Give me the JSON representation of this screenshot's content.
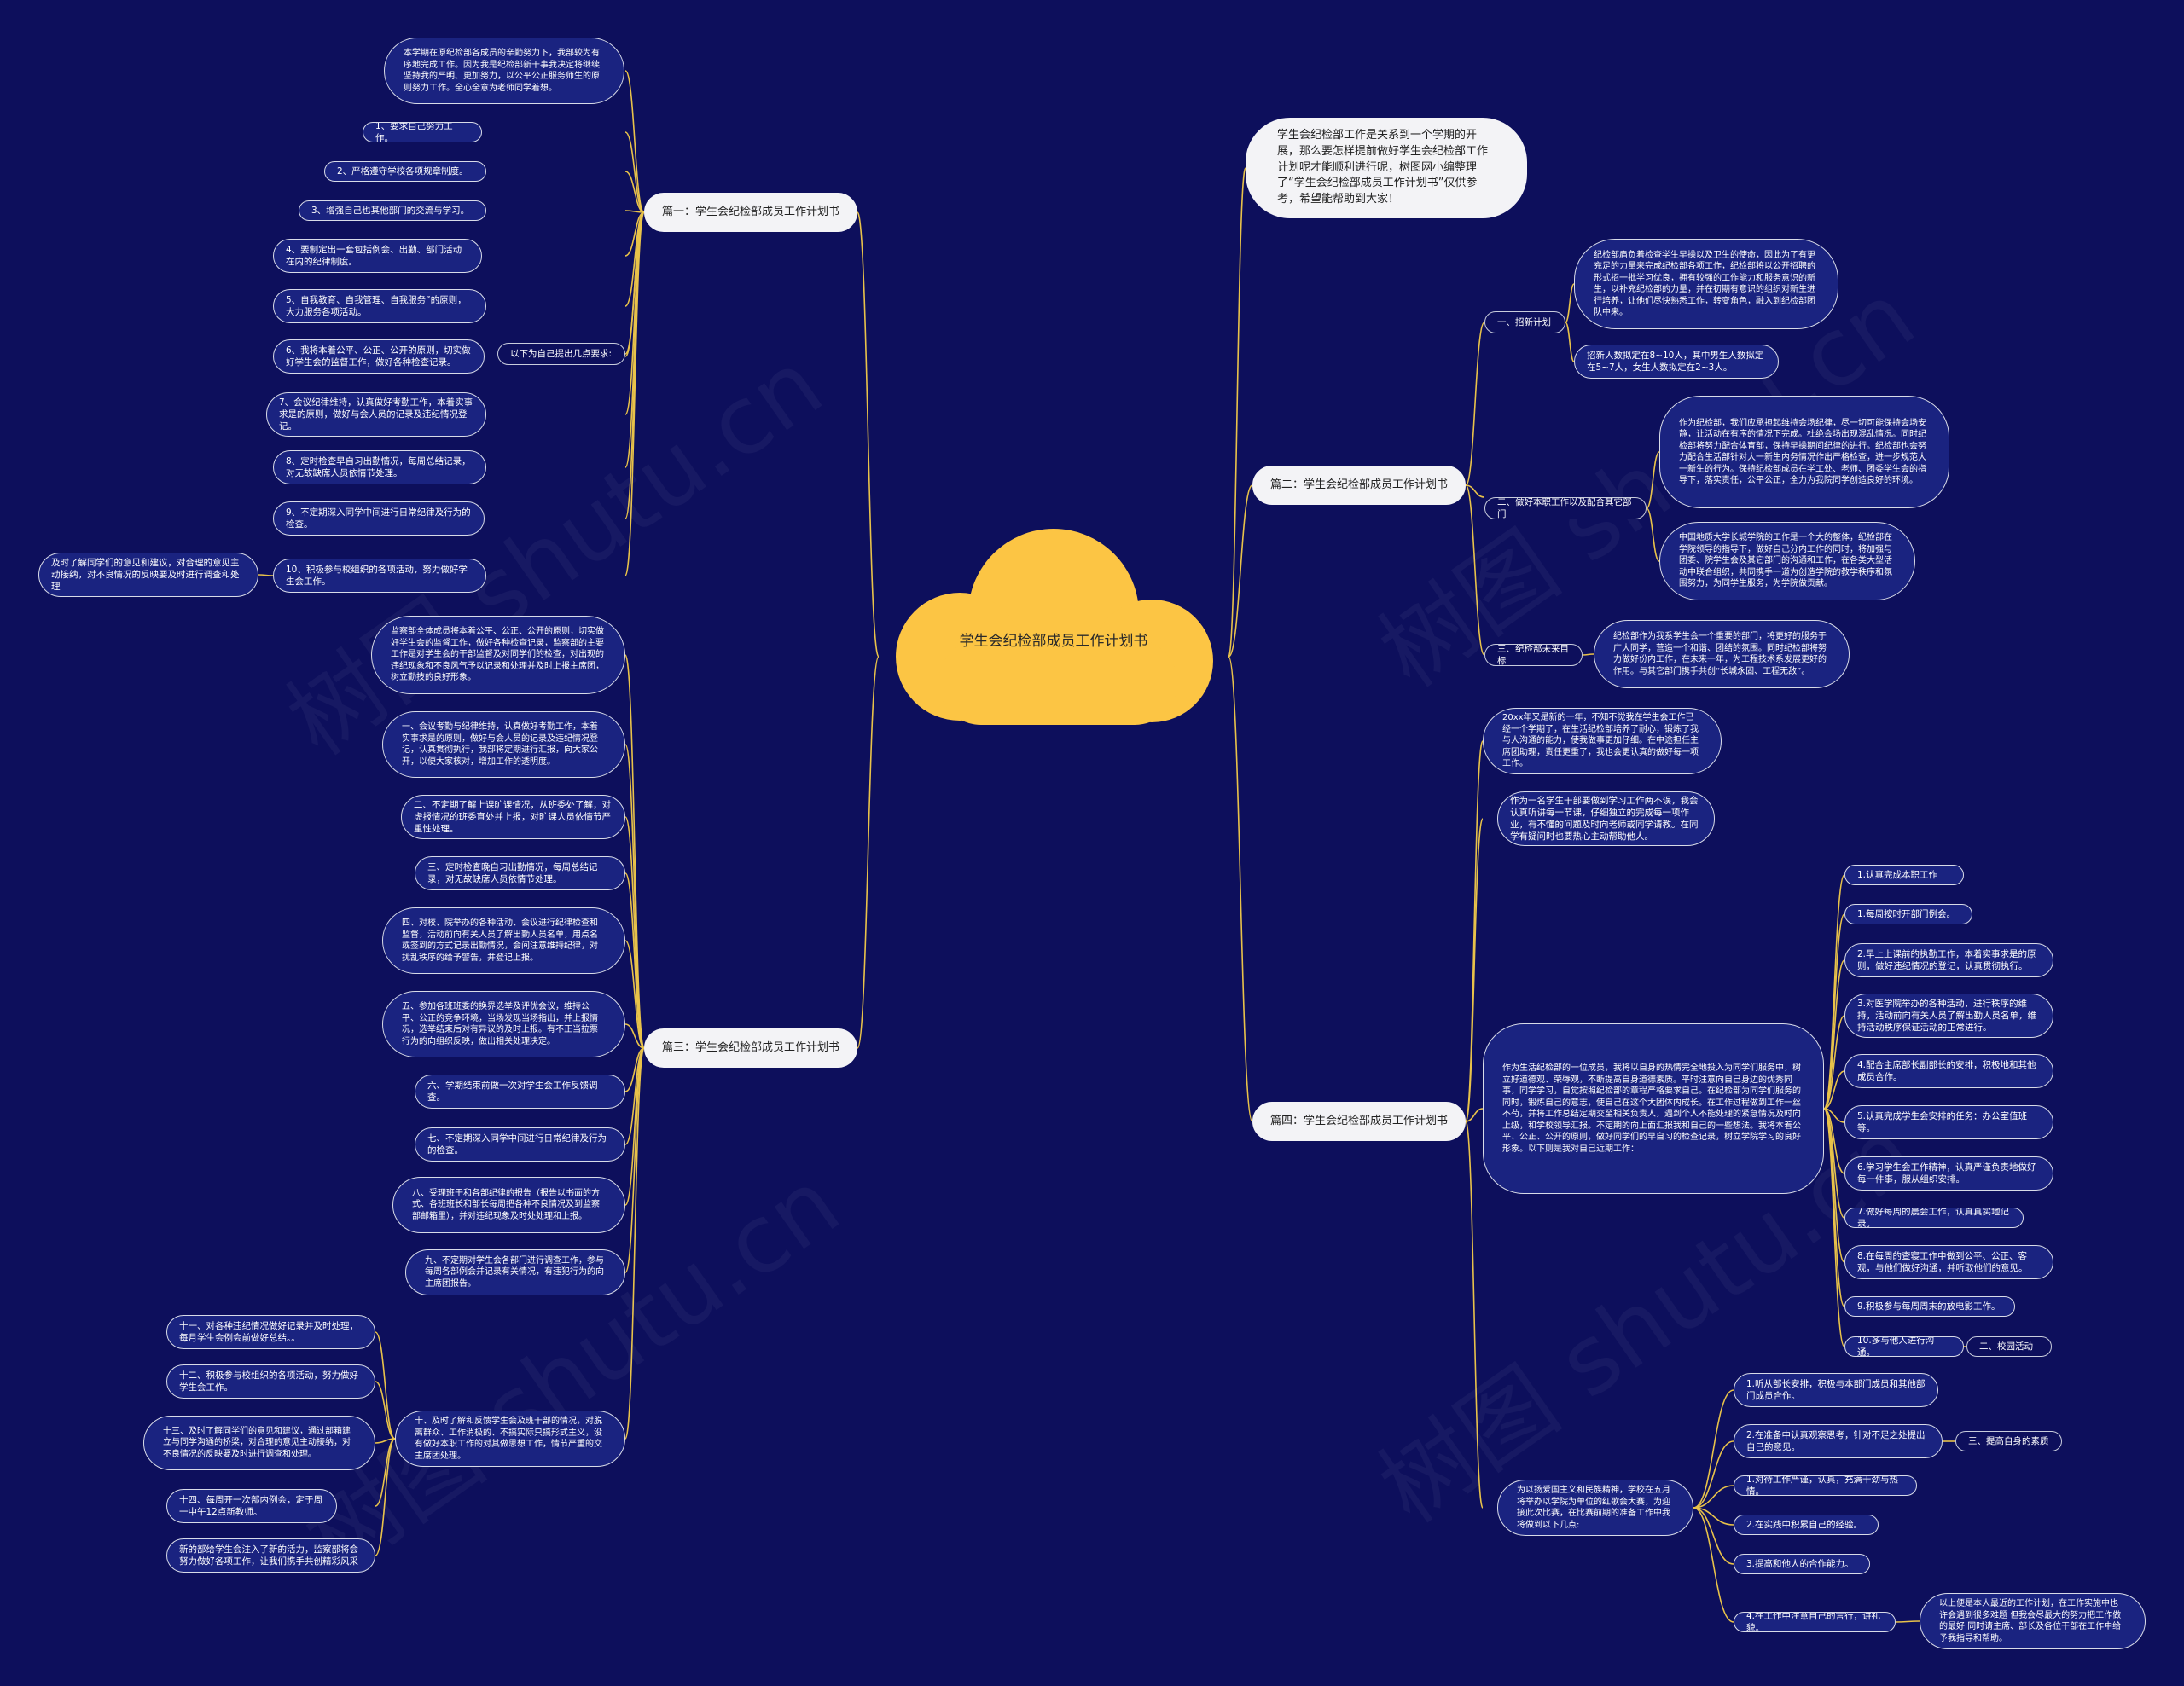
{
  "center": {
    "title": "学生会纪检部成员工作计划书"
  },
  "intro": "学生会纪检部工作是关系到一个学期的开展，那么要怎样提前做好学生会纪检部工作计划呢才能顺利进行呢，树图网小编整理了“学生会纪检部成员工作计划书”仅供参考，希望能帮助到大家！",
  "watermark": "树图 shutu.cn",
  "colors": {
    "background": "#0d0f5c",
    "cloud": "#fcc544",
    "line": "#e8c24a",
    "node": "#1a2380"
  },
  "branches": [
    {
      "id": "b1",
      "label": "篇一：学生会纪检部成员工作计划书"
    },
    {
      "id": "b2",
      "label": "篇二：学生会纪检部成员工作计划书"
    },
    {
      "id": "b3",
      "label": "篇三：学生会纪检部成员工作计划书"
    },
    {
      "id": "b4",
      "label": "篇四：学生会纪检部成员工作计划书"
    }
  ],
  "nodes": {
    "b1_intro": "本学期在原纪检部各成员的辛勤努力下，我部较为有序地完成工作。因为我是纪检部新干事我决定将继续坚持我的严明、更加努力，以公平公正服务师生的原则努力工作。全心全意为老师同学着想。",
    "b1_mid": "以下为自己提出几点要求:",
    "b1_items": [
      "1、要求自己努力工作。",
      "2、严格遵守学校各项规章制度。",
      "3、增强自己也其他部门的交流与学习。",
      "4、要制定出一套包括例会、出勤、部门活动在内的纪律制度。",
      "5、自我教育、自我管理、自我服务”的原则，大力服务各项活动。",
      "6、我将本着公平、公正、公开的原则，切实做好学生会的监督工作，做好各种检查记录。",
      "7、会议纪律维持，认真做好考勤工作，本着实事求是的原则，做好与会人员的记录及违纪情况登记。",
      "8、定时检查早自习出勤情况，每周总结记录，对无故缺席人员依情节处理。",
      "9、不定期深入同学中间进行日常纪律及行为的检查。",
      "10、积极参与校组织的各项活动，努力做好学生会工作。"
    ],
    "b1_extra": "及时了解同学们的意见和建议，对合理的意见主动接纳，对不良情况的反映要及时进行调查和处理",
    "b2_sub1": "一、招新计划",
    "b2_sub1_a": "纪检部肩负着检查学生早操以及卫生的使命，因此为了有更充足的力量来完成纪检部各项工作，纪检部将以公开招聘的形式招一批学习优良，拥有较强的工作能力和服务意识的新生，以补充纪检部的力量，并在初期有意识的组织对新生进行培养，让他们尽快熟悉工作，转变角色，融入到纪检部团队中来。",
    "b2_sub1_b": "招新人数拟定在8~10人，其中男生人数拟定在5~7人，女生人数拟定在2~3人。",
    "b2_sub2": "二、做好本职工作以及配合其它部门",
    "b2_sub2_a": "作为纪检部，我们应承担起维持会场纪律，尽一切可能保持会场安静，让活动在有序的情况下完成。杜绝会场出现混乱情况。同时纪检部将努力配合体育部，保持早操期间纪律的进行。纪检部也会努力配合生活部针对大一新生内务情况作出严格检查，进一步规范大一新生的行为。保持纪检部成员在学工处、老师、团委学生会的指导下，落实责任，公平公正，全力为我院同学创造良好的环境。",
    "b2_sub2_b": "中国地质大学长城学院的工作是一个大的整体，纪检部在学院领导的指导下，做好自己分内工作的同时，将加强与团委、院学生会及其它部门的沟通和工作，在各类大型活动中联合组织，共同携手一道为创造学院的教学秩序和氛围努力，为同学生服务，为学院做贡献。",
    "b2_sub3": "三、纪检部未来目标",
    "b2_sub3_a": "纪检部作为我系学生会一个重要的部门，将更好的服务于广大同学，营造一个和谐、团结的氛围。同时纪检部将努力做好份内工作，在未来一年，为工程技术系发展更好的作用。与其它部门携手共创“长城永固、工程无敌”。",
    "b3_items": [
      "监察部全体成员将本着公平、公正、公开的原则，切实做好学生会的监督工作，做好各种检查记录，监察部的主要工作是对学生会的干部监督及对同学们的检查，对出现的违纪现象和不良风气予以记录和处理并及时上报主席团，树立勤技的良好形象。",
      "一、会议考勤与纪律维持，认真做好考勤工作，本着实事求是的原则，做好与会人员的记录及违纪情况登记，认真贯彻执行，我部将定期进行汇报，向大家公开，以便大家核对，增加工作的透明度。",
      "二、不定期了解上课旷课情况，从班委处了解，对虚报情况的班委直处并上报，对旷课人员依情节严重性处理。",
      "三、定时检查晚自习出勤情况，每周总结记录，对无故缺席人员依情节处理。",
      "四、对校、院举办的各种活动、会议进行纪律检查和监督，活动前向有关人员了解出勤人员名单，用点名或签到的方式记录出勤情况，会间注意维持纪律，对扰乱秩序的给予警告，并登记上报。",
      "五、参加各班班委的换界选举及评优会议，维持公平、公正的竞争环境，当场发现当场指出，并上报情况，选举结束后对有异议的及时上报。有不正当拉票行为的向组织反映，做出相关处理决定。",
      "六、学期结束前做一次对学生会工作反馈调查。",
      "七、不定期深入同学中间进行日常纪律及行为的检查。",
      "八、受理班干和各部纪律的报告（报告以书面的方式、各班班长和部长每周把各种不良情况及到监察部邮箱里），并对违纪现象及时处处理和上报。",
      "九、不定期对学生会各部门进行调查工作，参与每周各部例会并记录有关情况，有违犯行为的向主席团报告。",
      "十、及时了解和反馈学生会及班干部的情况，对脱离群众、工作消极的、不搞实际只搞形式主义，没有做好本职工作的对其做思想工作，情节严重的交主席团处理。"
    ],
    "b3_sub_items": [
      "十一、对各种违纪情况做好记录并及时处理，每月学生会例会前做好总结。。",
      "十二、积极参与校组织的各项活动，努力做好学生会工作。",
      "十三、及时了解同学们的意见和建议，通过部箱建立与同学沟通的桥梁，对合理的意见主动接纳，对不良情况的反映要及时进行调查和处理。",
      "十四、每周开一次部内例会，定于周一中午12点新教师。",
      "新的部给学生会注入了新的活力，监察部将会努力做好各项工作，让我们携手共创精彩风采"
    ],
    "b4_a": "20xx年又是新的一年，不知不觉我在学生会工作已经一个学期了，在生活纪检部培养了耐心，锻炼了我与人沟通的能力，使我做事更加仔细。在中途担任主席团助理，责任更重了，我也会更认真的做好每一项工作。",
    "b4_b": "作为一名学生干部要做到学习工作两不误，我会认真听讲每一节课，仔细独立的完成每一项作业，有不懂的问题及时向老师或同学请教。在同学有疑问时也要热心主动帮助他人。",
    "b4_c": "作为生活纪检部的一位成员，我将以自身的热情完全地投入为同学们服务中，树立好道德观、荣辱观，不断提高自身道德素质。平时注意向自己身边的优秀同事，同学学习，自觉按照纪检部的章程严格要求自己。在纪检部为同学们服务的同时，锻炼自己的意志，使自己在这个大团体内成长。在工作过程做到工作一丝不苟，并将工作总结定期交至相关负责人，遇到个人不能处理的紧急情况及时向上级，和学校领导汇报。不定期的向上面汇报我和自己的一些想法。我将本着公平、公正、公开的原则，做好同学们的早自习的检查记录，树立学院学习的良好形象。以下则是我对自己近期工作：",
    "b4_c_items": [
      "1.认真完成本职工作",
      "1.每周按时开部门例会。",
      "2.早上上课前的执勤工作，本着实事求是的原则，做好违纪情况的登记，认真贯彻执行。",
      "3.对医学院举办的各种活动，进行秩序的维持，活动前向有关人员了解出勤人员名单，维持活动秩序保证活动的正常进行。",
      "4.配合主席部长副部长的安排，积极地和其他成员合作。",
      "5.认真完成学生会安排的任务：办公室值班等。",
      "6.学习学生会工作精神，认真严谨负责地做好每一件事，服从组织安排。",
      "7.做好每周的晨会工作，认真真实地记录。",
      "8.在每周的查寝工作中做到公平、公正、客观，与他们做好沟通，并听取他们的意见。",
      "9.积极参与每周周末的放电影工作。",
      "10.多与他人进行沟通。"
    ],
    "b4_c_side": "二、校园活动",
    "b4_d": "为以扬爱国主义和民族精神，学校在五月将举办以学院为单位的红歌会大赛，为迎接此次比赛，在比赛前期的准备工作中我将做到以下几点:",
    "b4_d_items": [
      "1.听从部长安排，积极与本部门成员和其他部门成员合作。",
      "2.在准备中认真观察思考，针对不足之处提出自己的意见。",
      "1.对待工作严谨，认真，充满干劲与热情。",
      "2.在实践中积累自己的经验。",
      "3.提高和他人的合作能力。",
      "4.在工作中注意自己的言行，讲礼貌。"
    ],
    "b4_d_side": "三、提高自身的素质",
    "b4_d_last": "以上便是本人最近的工作计划，在工作实施中也许会遇到很多难题 但我会尽最大的努力把工作做的最好 同时请主席、部长及各位干部在工作中给予我指导和帮助。"
  }
}
